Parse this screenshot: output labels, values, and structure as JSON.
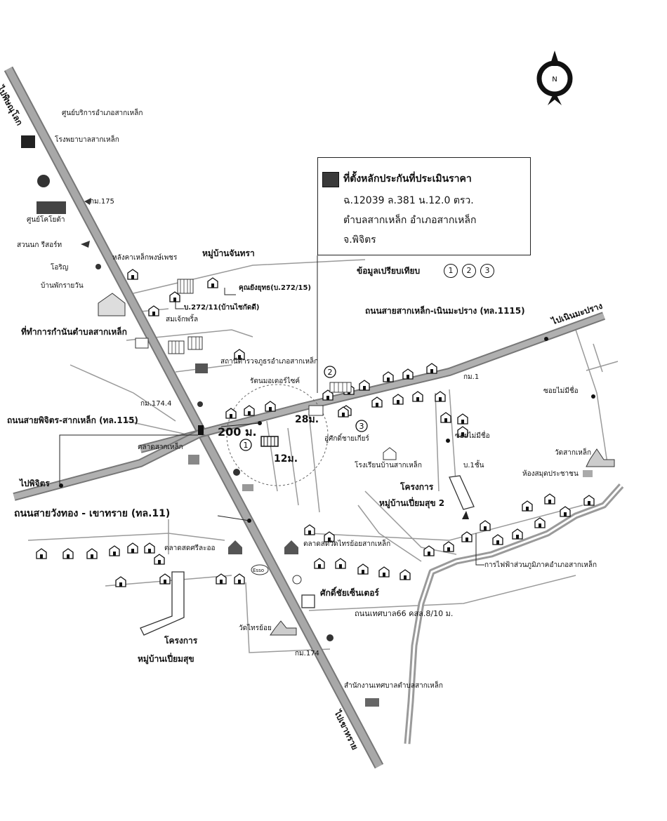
{
  "legend": {
    "title": "ที่ตั้งหลักประกันที่ประเมินราคา",
    "deed": "ฉ.12039 ล.381 น.12.0 ตรว.",
    "location": "ตำบลสากเหล็ก  อำเภอสากเหล็ก",
    "province": "จ.พิจิตร",
    "swatch_color": "#3a3a3a"
  },
  "comparison": {
    "label": "ข้อมูลเปรียบเทียบ",
    "markers": [
      "1",
      "2",
      "3"
    ]
  },
  "compass": {
    "letter": "N"
  },
  "roads": {
    "to_phitsanulok": "ไปพิษณุโลก",
    "to_noen_maprang": "ไปเนินมะปราง",
    "to_phichit": "ไปพิจิตร",
    "to_khao_sai": "ไปเขาทราย",
    "sak_lek_noen": "ถนนสายสากเหล็ก-เนินมะปราง (ทล.1115)",
    "phichit_sak_lek": "ถนนสายพิจิตร-สากเหล็ก (ทล.115)",
    "wang_thong": "ถนนสายวังทอง - เขาทราย (ทล.11)",
    "municipal_66": "ถนนเทศบาล66 คสล.8/10 ม.",
    "soi_unnamed_1": "ซอยไม่มีชื่อ",
    "soi_unnamed_2": "ซอยไม่มีชื่อ"
  },
  "km_markers": {
    "km175": "กม.175",
    "km174_4": "กม.174.4",
    "km174": "กม.174",
    "km1": "กม.1"
  },
  "distances": {
    "d200": "200 ม.",
    "d28": "28ม.",
    "d12": "12ม."
  },
  "places": {
    "ag_center": "ศูนย์บริการอำเภอสากเหล็ก",
    "hospital": "โรงพยาบาลสากเหล็ก",
    "orchid_center": "ศูนย์โคโยต้า",
    "bird_garden": "สวนนก รีสอร์ท",
    "oriya": "โอริญ",
    "rest_house": "บ้านพักรายวัน",
    "roofing": "หลังคาเหล็กพงษ์เพชร",
    "village_chanthra": "หมู่บ้านจันทรา",
    "khun_yongyut": "คุณยังยุทธ(บ.272/15)",
    "house_272_11": "บ.272/11(บ้านไชกัดดี)",
    "somchai_pril": "สมเจ้กพริ้ล",
    "district_office": "ที่ทำการกำนันตำบลสากเหล็ก",
    "police_station": "สถานีตำรวจภูธรอำเภอสากเหล็ก",
    "rattana_motor": "รัตนมอเตอร์ไซค์",
    "sak_lek_market": "ตลาดสากเหล็ก",
    "service_station": "อู่ศักดิ์ชายเกียร์",
    "school": "โรงเรียนบ้านสากเหล็ก",
    "house_1": "บ.1ชั้น",
    "wat_sak_lek": "วัดสากเหล็ก",
    "library": "ห้องสมุดประชาชน",
    "project_1": "โครงการ",
    "project_1b": "หมู่บ้านเปี่ยมสุข 2",
    "fresh_market_1": "ตลาดสดศรีละออ",
    "fresh_market_2": "ตลาดสดวัดไทรย้อยสากเหล็ก",
    "electricity": "การไฟฟ้าส่วนภูมิภาคอำเภอสากเหล็ก",
    "sak_chai_center": "ศักดิ์ชัยเซ็นเตอร์",
    "wat_sai_yoi": "วัดไทรย้อย",
    "project_2": "โครงการ",
    "project_2b": "หมู่บ้านเปี่ยมสุข",
    "municipal_office": "สำนักงานเทศบาลตำบลสากเหล็ก",
    "esso": "Esso"
  }
}
